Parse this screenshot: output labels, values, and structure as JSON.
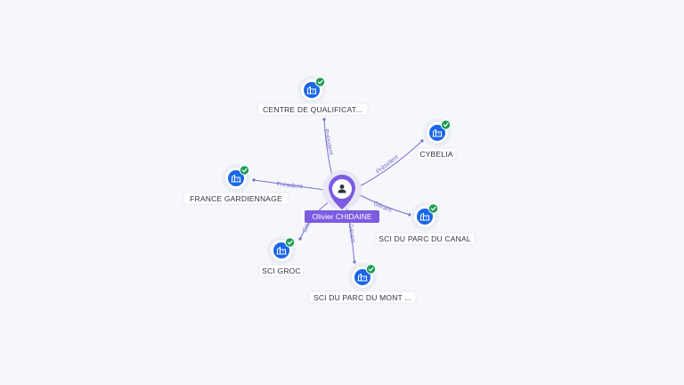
{
  "center": {
    "name": "Olivier CHIDAINE",
    "icon": "person-icon",
    "color": "#7b5be0"
  },
  "nodes": [
    {
      "id": "n1",
      "label": "CENTRE DE QUALIFICAT...",
      "icon": "building-icon",
      "verified": true
    },
    {
      "id": "n2",
      "label": "CYBELIA",
      "icon": "building-icon",
      "verified": true
    },
    {
      "id": "n3",
      "label": "FRANCE GARDIENNAGE",
      "icon": "building-icon",
      "verified": true
    },
    {
      "id": "n4",
      "label": "SCI DU PARC DU CANAL",
      "icon": "building-icon",
      "verified": true
    },
    {
      "id": "n5",
      "label": "SCI GROC",
      "icon": "building-icon",
      "verified": true
    },
    {
      "id": "n6",
      "label": "SCI DU PARC DU MONT ...",
      "icon": "building-icon",
      "verified": true
    }
  ],
  "edges": [
    {
      "to": "n1",
      "label": "Président"
    },
    {
      "to": "n2",
      "label": "Président"
    },
    {
      "to": "n3",
      "label": "Président"
    },
    {
      "to": "n4",
      "label": "Gérant"
    },
    {
      "to": "n5",
      "label": "Gérant"
    },
    {
      "to": "n6",
      "label": "Gérant"
    }
  ],
  "colors": {
    "company": "#1a66e8",
    "verified": "#1f9d55",
    "edge": "#7a6fd0",
    "center": "#7b5be0"
  }
}
